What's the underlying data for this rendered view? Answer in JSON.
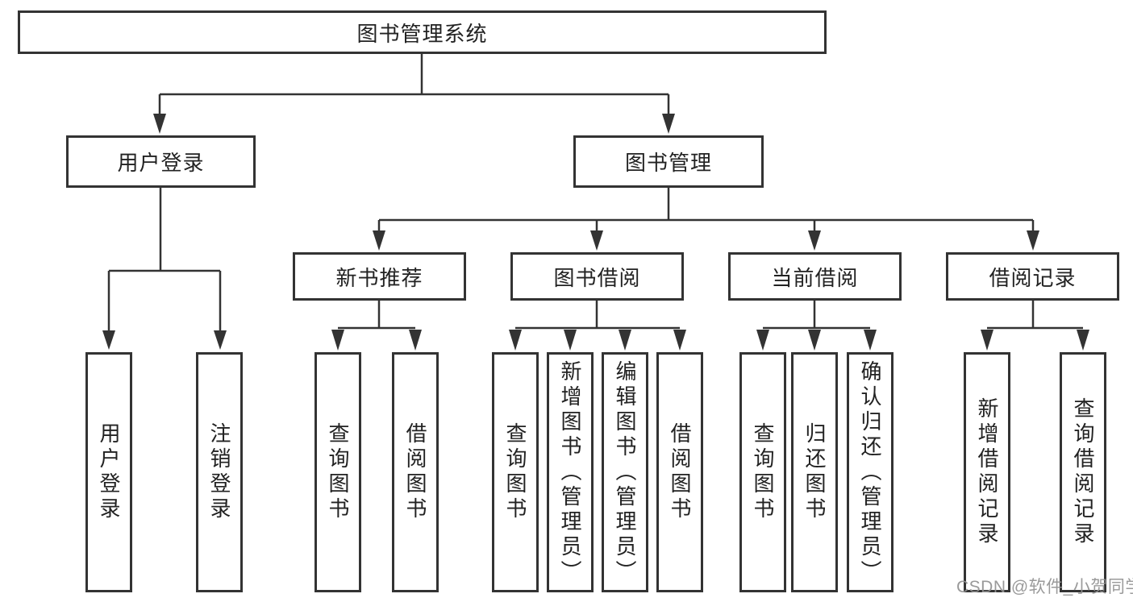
{
  "root": {
    "label": "图书管理系统"
  },
  "branches": {
    "login": {
      "label": "用户登录",
      "children": [
        {
          "label": "用户登录"
        },
        {
          "label": "注销登录"
        }
      ]
    },
    "management": {
      "label": "图书管理",
      "sections": [
        {
          "label": "新书推荐",
          "children": [
            {
              "label": "查询图书"
            },
            {
              "label": "借阅图书"
            }
          ]
        },
        {
          "label": "图书借阅",
          "children": [
            {
              "label": "查询图书"
            },
            {
              "label": "新增图书（管理员）"
            },
            {
              "label": "编辑图书（管理员）"
            },
            {
              "label": "借阅图书"
            }
          ]
        },
        {
          "label": "当前借阅",
          "children": [
            {
              "label": "查询图书"
            },
            {
              "label": "归还图书"
            },
            {
              "label": "确认归还（管理员）"
            }
          ]
        },
        {
          "label": "借阅记录",
          "children": [
            {
              "label": "新增借阅记录"
            },
            {
              "label": "查询借阅记录"
            }
          ]
        }
      ]
    }
  },
  "watermark": "CSDN @软件_小贺同学",
  "colors": {
    "line": "#333333",
    "box_border": "#333333",
    "text": "#222222",
    "watermark": "#919191",
    "background": "#ffffff"
  }
}
